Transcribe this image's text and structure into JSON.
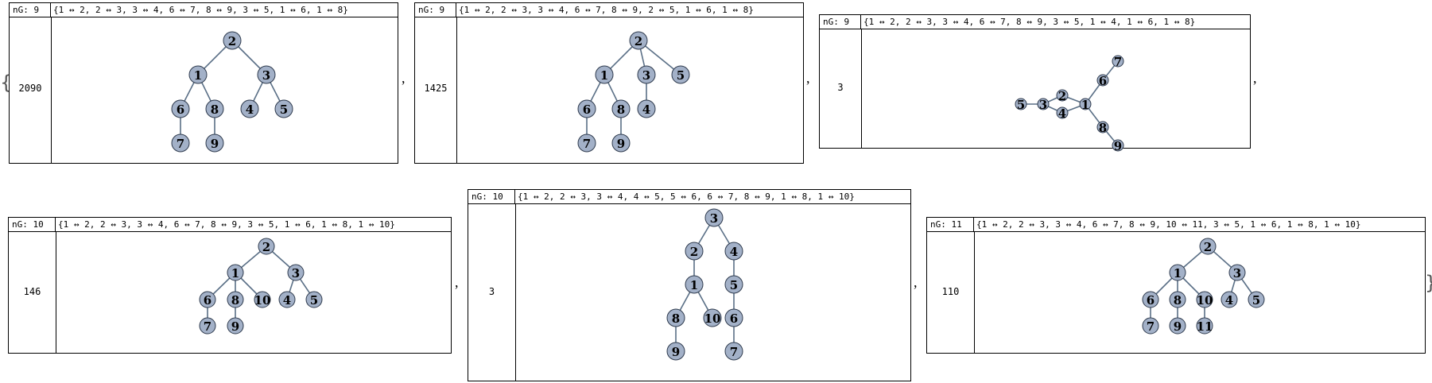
{
  "list": {
    "open_brace": "{",
    "close_brace": "}",
    "separator": ","
  },
  "panels": [
    {
      "ng_label": "nG: 9",
      "edges_text": "{1 ↔ 2, 2 ↔ 3, 3 ↔ 4, 6 ↔ 7, 8 ↔ 9, 3 ↔ 5, 1 ↔ 6, 1 ↔ 8}",
      "count": "2090",
      "nodes": [
        "1",
        "2",
        "3",
        "4",
        "5",
        "6",
        "7",
        "8",
        "9"
      ],
      "edges": [
        [
          "1",
          "2"
        ],
        [
          "2",
          "3"
        ],
        [
          "3",
          "4"
        ],
        [
          "6",
          "7"
        ],
        [
          "8",
          "9"
        ],
        [
          "3",
          "5"
        ],
        [
          "1",
          "6"
        ],
        [
          "1",
          "8"
        ]
      ]
    },
    {
      "ng_label": "nG: 9",
      "edges_text": "{1 ↔ 2, 2 ↔ 3, 3 ↔ 4, 6 ↔ 7, 8 ↔ 9, 2 ↔ 5, 1 ↔ 6, 1 ↔ 8}",
      "count": "1425",
      "nodes": [
        "1",
        "2",
        "3",
        "4",
        "5",
        "6",
        "7",
        "8",
        "9"
      ],
      "edges": [
        [
          "1",
          "2"
        ],
        [
          "2",
          "3"
        ],
        [
          "3",
          "4"
        ],
        [
          "6",
          "7"
        ],
        [
          "8",
          "9"
        ],
        [
          "2",
          "5"
        ],
        [
          "1",
          "6"
        ],
        [
          "1",
          "8"
        ]
      ]
    },
    {
      "ng_label": "nG: 9",
      "edges_text": "{1 ↔ 2, 2 ↔ 3, 3 ↔ 4, 6 ↔ 7, 8 ↔ 9, 3 ↔ 5, 1 ↔ 4, 1 ↔ 6, 1 ↔ 8}",
      "count": "3",
      "nodes": [
        "1",
        "2",
        "3",
        "4",
        "5",
        "6",
        "7",
        "8",
        "9"
      ],
      "edges": [
        [
          "1",
          "2"
        ],
        [
          "2",
          "3"
        ],
        [
          "3",
          "4"
        ],
        [
          "6",
          "7"
        ],
        [
          "8",
          "9"
        ],
        [
          "3",
          "5"
        ],
        [
          "1",
          "4"
        ],
        [
          "1",
          "6"
        ],
        [
          "1",
          "8"
        ]
      ]
    },
    {
      "ng_label": "nG: 10",
      "edges_text": "{1 ↔ 2, 2 ↔ 3, 3 ↔ 4, 6 ↔ 7, 8 ↔ 9, 3 ↔ 5, 1 ↔ 6, 1 ↔ 8, 1 ↔ 10}",
      "count": "146",
      "nodes": [
        "1",
        "2",
        "3",
        "4",
        "5",
        "6",
        "7",
        "8",
        "9",
        "10"
      ],
      "edges": [
        [
          "1",
          "2"
        ],
        [
          "2",
          "3"
        ],
        [
          "3",
          "4"
        ],
        [
          "6",
          "7"
        ],
        [
          "8",
          "9"
        ],
        [
          "3",
          "5"
        ],
        [
          "1",
          "6"
        ],
        [
          "1",
          "8"
        ],
        [
          "1",
          "10"
        ]
      ]
    },
    {
      "ng_label": "nG: 10",
      "edges_text": "{1 ↔ 2, 2 ↔ 3, 3 ↔ 4, 4 ↔ 5, 5 ↔ 6, 6 ↔ 7, 8 ↔ 9, 1 ↔ 8, 1 ↔ 10}",
      "count": "3",
      "nodes": [
        "1",
        "2",
        "3",
        "4",
        "5",
        "6",
        "7",
        "8",
        "9",
        "10"
      ],
      "edges": [
        [
          "1",
          "2"
        ],
        [
          "2",
          "3"
        ],
        [
          "3",
          "4"
        ],
        [
          "4",
          "5"
        ],
        [
          "5",
          "6"
        ],
        [
          "6",
          "7"
        ],
        [
          "8",
          "9"
        ],
        [
          "1",
          "8"
        ],
        [
          "1",
          "10"
        ]
      ]
    },
    {
      "ng_label": "nG: 11",
      "edges_text": "{1 ↔ 2, 2 ↔ 3, 3 ↔ 4, 6 ↔ 7, 8 ↔ 9, 10 ↔ 11, 3 ↔ 5, 1 ↔ 6, 1 ↔ 8, 1 ↔ 10}",
      "count": "110",
      "nodes": [
        "1",
        "2",
        "3",
        "4",
        "5",
        "6",
        "7",
        "8",
        "9",
        "10",
        "11"
      ],
      "edges": [
        [
          "1",
          "2"
        ],
        [
          "2",
          "3"
        ],
        [
          "3",
          "4"
        ],
        [
          "6",
          "7"
        ],
        [
          "8",
          "9"
        ],
        [
          "10",
          "11"
        ],
        [
          "3",
          "5"
        ],
        [
          "1",
          "6"
        ],
        [
          "1",
          "8"
        ],
        [
          "1",
          "10"
        ]
      ]
    }
  ]
}
